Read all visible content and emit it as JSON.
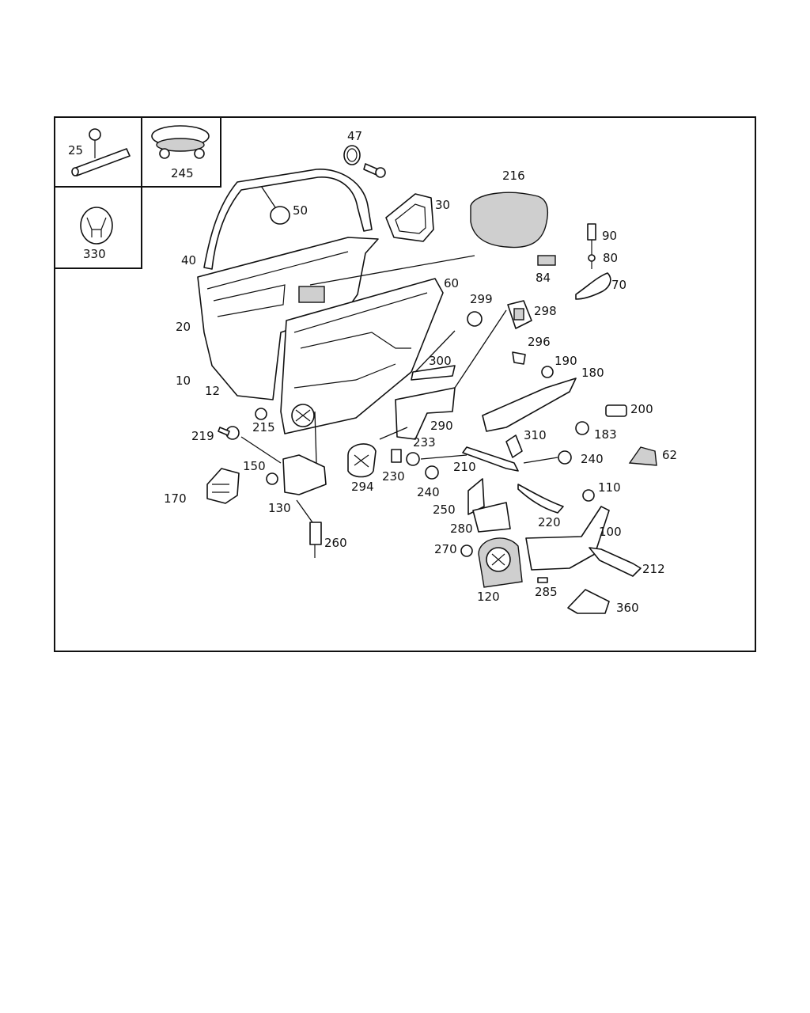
{
  "diagram": {
    "inset_labels": [
      "25",
      "245",
      "330"
    ],
    "part_labels": [
      "47",
      "50",
      "30",
      "216",
      "40",
      "90",
      "80",
      "84",
      "70",
      "60",
      "299",
      "298",
      "20",
      "10",
      "12",
      "296",
      "190",
      "180",
      "300",
      "200",
      "215",
      "219",
      "290",
      "183",
      "233",
      "310",
      "62",
      "150",
      "294",
      "230",
      "210",
      "240",
      "240",
      "170",
      "130",
      "250",
      "110",
      "280",
      "220",
      "100",
      "260",
      "270",
      "212",
      "120",
      "285",
      "360"
    ]
  }
}
